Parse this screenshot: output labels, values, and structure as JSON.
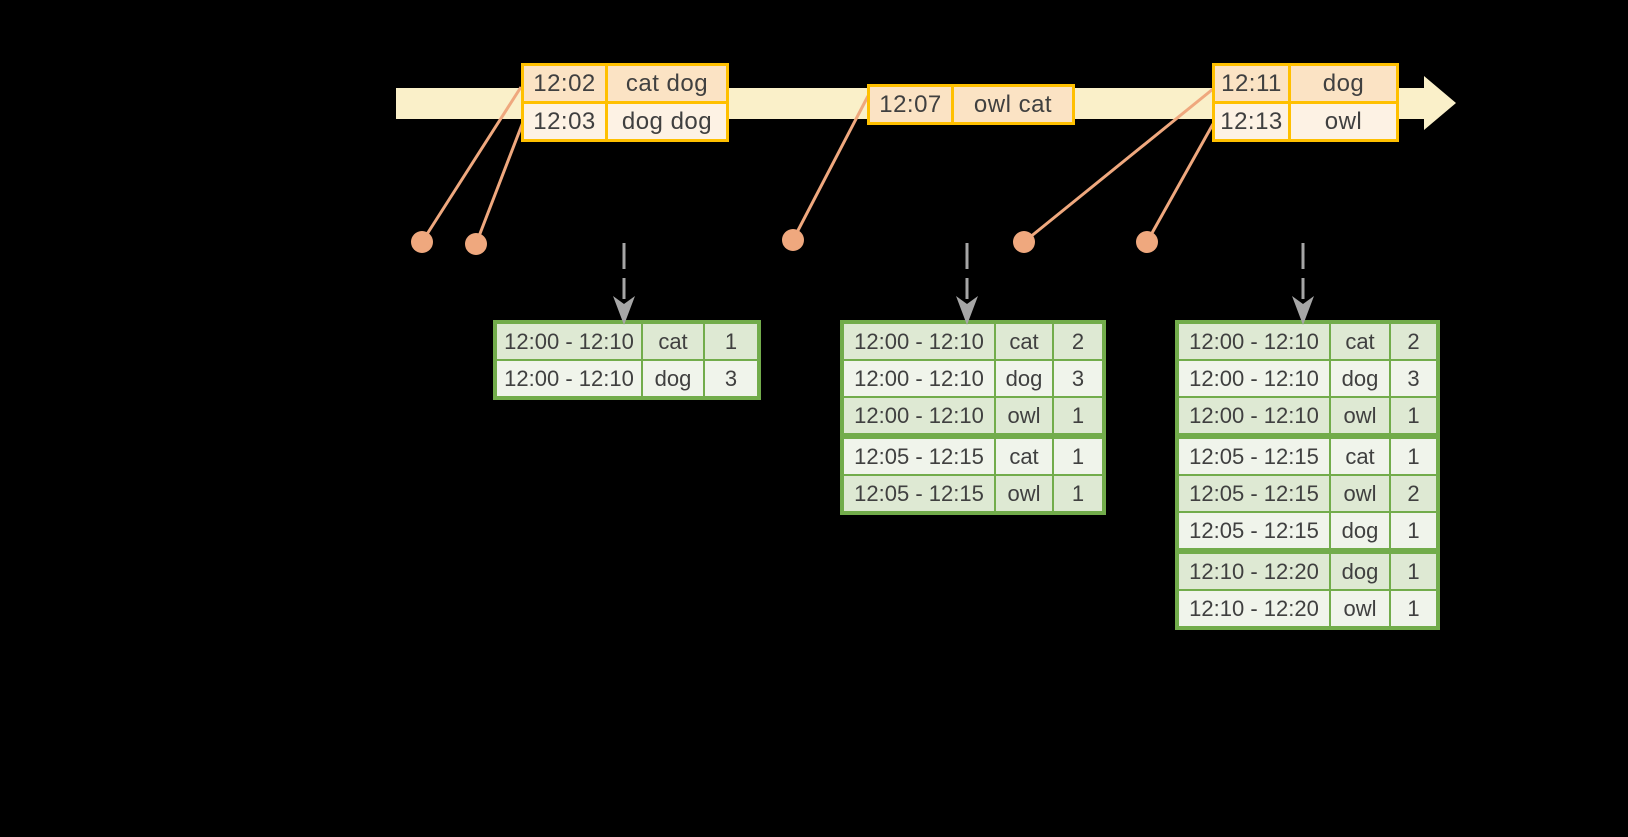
{
  "colors": {
    "background": "#000000",
    "timeline_fill": "#FAF0C9",
    "event_border": "#FFC000",
    "event_row_dark": "#FBE3C4",
    "event_row_light": "#FDF2E4",
    "connector": "#EFA87E",
    "result_border": "#72AC4B",
    "result_row_dark": "#DEE9D3",
    "result_row_light": "#F0F4EB",
    "trigger_arrow": "#A6A6A6",
    "text": "#404040"
  },
  "event_tables": [
    {
      "rows": [
        {
          "time": "12:02",
          "words": "cat dog"
        },
        {
          "time": "12:03",
          "words": "dog dog"
        }
      ]
    },
    {
      "rows": [
        {
          "time": "12:07",
          "words": "owl cat"
        }
      ]
    },
    {
      "rows": [
        {
          "time": "12:11",
          "words": "dog"
        },
        {
          "time": "12:13",
          "words": "owl"
        }
      ]
    }
  ],
  "result_tables": [
    {
      "rows": [
        {
          "window": "12:00 - 12:10",
          "word": "cat",
          "count": "1"
        },
        {
          "window": "12:00 - 12:10",
          "word": "dog",
          "count": "3"
        }
      ]
    },
    {
      "rows": [
        {
          "window": "12:00 - 12:10",
          "word": "cat",
          "count": "2"
        },
        {
          "window": "12:00 - 12:10",
          "word": "dog",
          "count": "3"
        },
        {
          "window": "12:00 - 12:10",
          "word": "owl",
          "count": "1"
        },
        {
          "window": "12:05 - 12:15",
          "word": "cat",
          "count": "1"
        },
        {
          "window": "12:05 - 12:15",
          "word": "owl",
          "count": "1"
        }
      ]
    },
    {
      "rows": [
        {
          "window": "12:00 - 12:10",
          "word": "cat",
          "count": "2"
        },
        {
          "window": "12:00 - 12:10",
          "word": "dog",
          "count": "3"
        },
        {
          "window": "12:00 - 12:10",
          "word": "owl",
          "count": "1"
        },
        {
          "window": "12:05 - 12:15",
          "word": "cat",
          "count": "1"
        },
        {
          "window": "12:05 - 12:15",
          "word": "owl",
          "count": "2"
        },
        {
          "window": "12:05 - 12:15",
          "word": "dog",
          "count": "1"
        },
        {
          "window": "12:10 - 12:20",
          "word": "dog",
          "count": "1"
        },
        {
          "window": "12:10 - 12:20",
          "word": "owl",
          "count": "1"
        }
      ]
    }
  ]
}
